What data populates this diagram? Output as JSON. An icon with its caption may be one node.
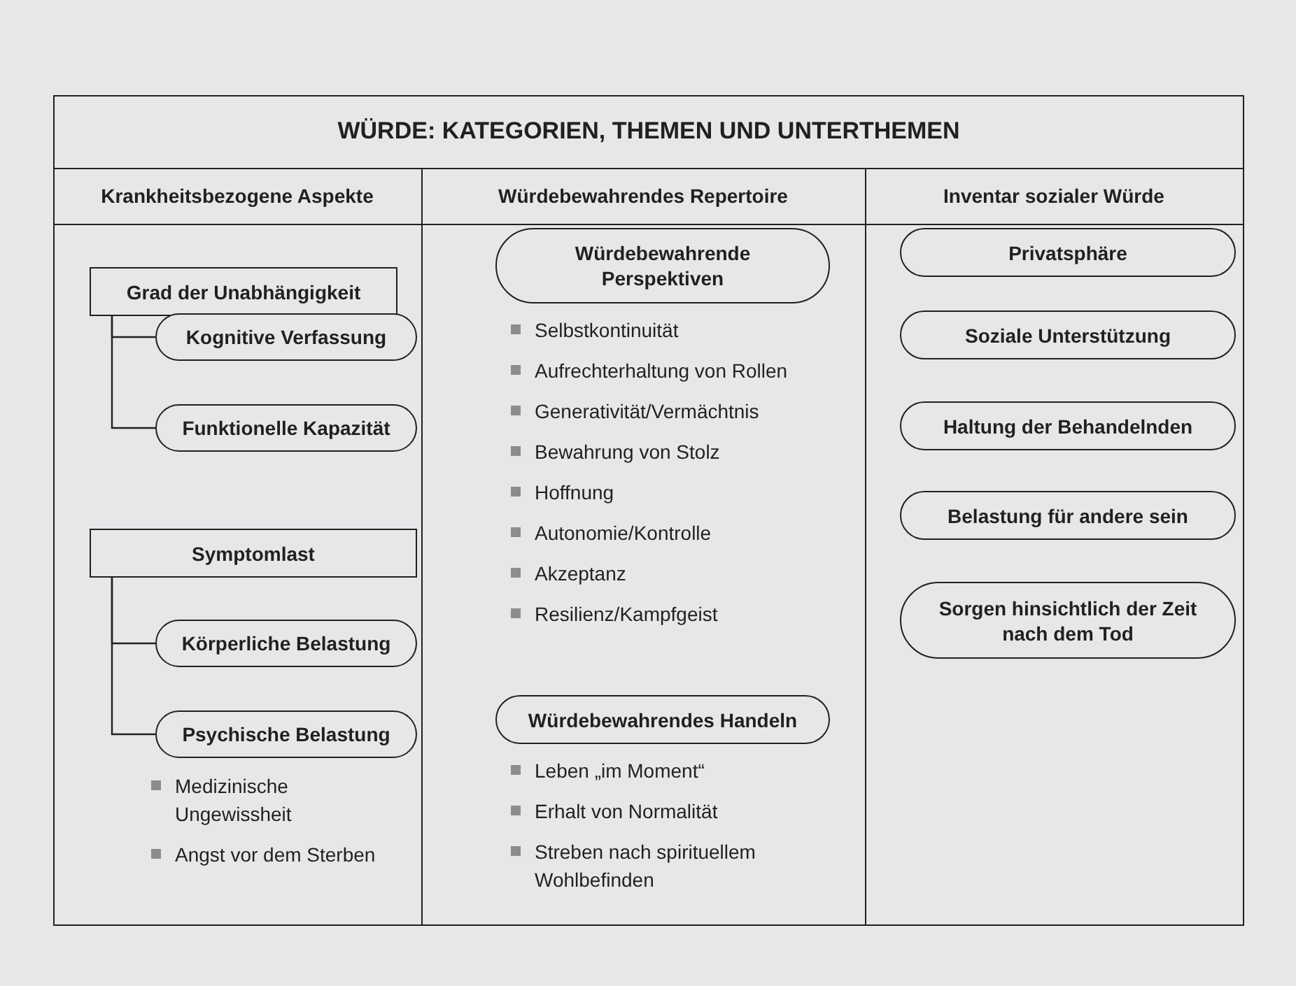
{
  "diagram": {
    "title": "WÜRDE: KATEGORIEN, THEMEN UND UNTERTHEMEN",
    "nodes": [
      {
        "text": [
          "Grad der Unabhängigkeit"
        ]
      },
      {
        "text": [
          "Kognitive Verfassung"
        ]
      },
      {
        "text": [
          "Funktionelle Kapazität"
        ]
      },
      {
        "text": [
          "Symptomlast"
        ]
      },
      {
        "text": [
          "Körperliche Belastung"
        ]
      },
      {
        "text": [
          "Psychische Belastung"
        ],
        "beside": [
          "Medizinische Ungewissheit",
          "Angst vor dem Sterben"
        ]
      },
      {
        "text": [
          "Würdebewahrende Perspektiven"
        ],
        "beside": [
          "Selbstkontinuität",
          "Aufrechterhaltung von Rollen",
          "Generativität/Vermächtnis",
          "Bewahrung von Stolz",
          "Hoffnung",
          "Autonomie/Kontrolle",
          "Akzeptanz",
          "Resilienz/Kampfgeist"
        ]
      },
      {
        "text": [
          "Würdebewahrendes Handeln"
        ],
        "beside": [
          "Leben „im Moment“",
          "Erhalt von Normalität",
          "Streben nach spirituellem Wohlbefinden"
        ]
      },
      {
        "text": [
          "Privatsphäre"
        ]
      },
      {
        "text": [
          "Soziale Unterstützung"
        ]
      },
      {
        "text": [
          "Haltung der Behandelnden"
        ]
      },
      {
        "text": [
          "Belastung für andere sein"
        ]
      },
      {
        "text": [
          "Sorgen hinsichtlich der Zeit nach dem Tod"
        ]
      }
    ],
    "edges": [
      {
        "from": 0,
        "to": 1,
        "arrow": "none"
      },
      {
        "from": 0,
        "to": 2,
        "arrow": "none"
      },
      {
        "from": 3,
        "to": 4,
        "arrow": "none"
      },
      {
        "from": 3,
        "to": 5,
        "arrow": "none"
      }
    ],
    "labels": [
      "Krankheitsbezogene Aspekte",
      "Würdebewahrendes Repertoire",
      "Inventar sozialer Würde"
    ]
  }
}
